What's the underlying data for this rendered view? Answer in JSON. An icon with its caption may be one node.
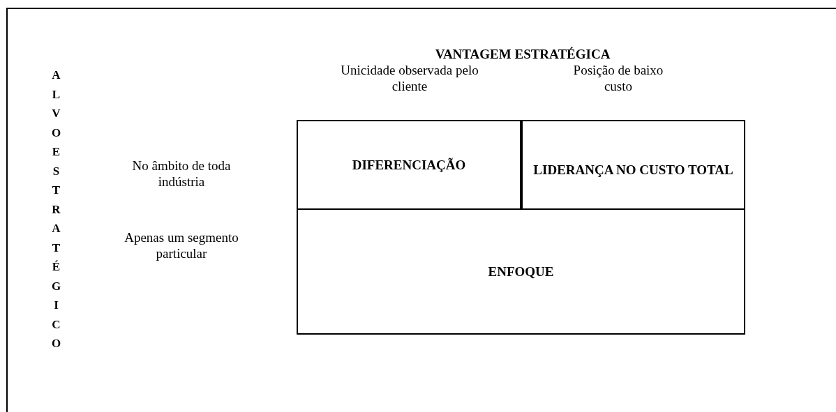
{
  "diagram": {
    "title": "VANTAGEM ESTRATÉGICA",
    "nodes": [
      {
        "text": [
          "DIFERENCIAÇÃO"
        ]
      },
      {
        "text": [
          "LIDERANÇA NO CUSTO TOTAL"
        ]
      },
      {
        "text": [
          "ENFOQUE"
        ]
      }
    ],
    "edges": [],
    "labels": [
      "ALVO ESTRATÉGICO",
      "Unicidade observada pelo cliente",
      "Posição de baixo custo",
      "No âmbito de toda indústria",
      "Apenas um segmento particular"
    ]
  }
}
